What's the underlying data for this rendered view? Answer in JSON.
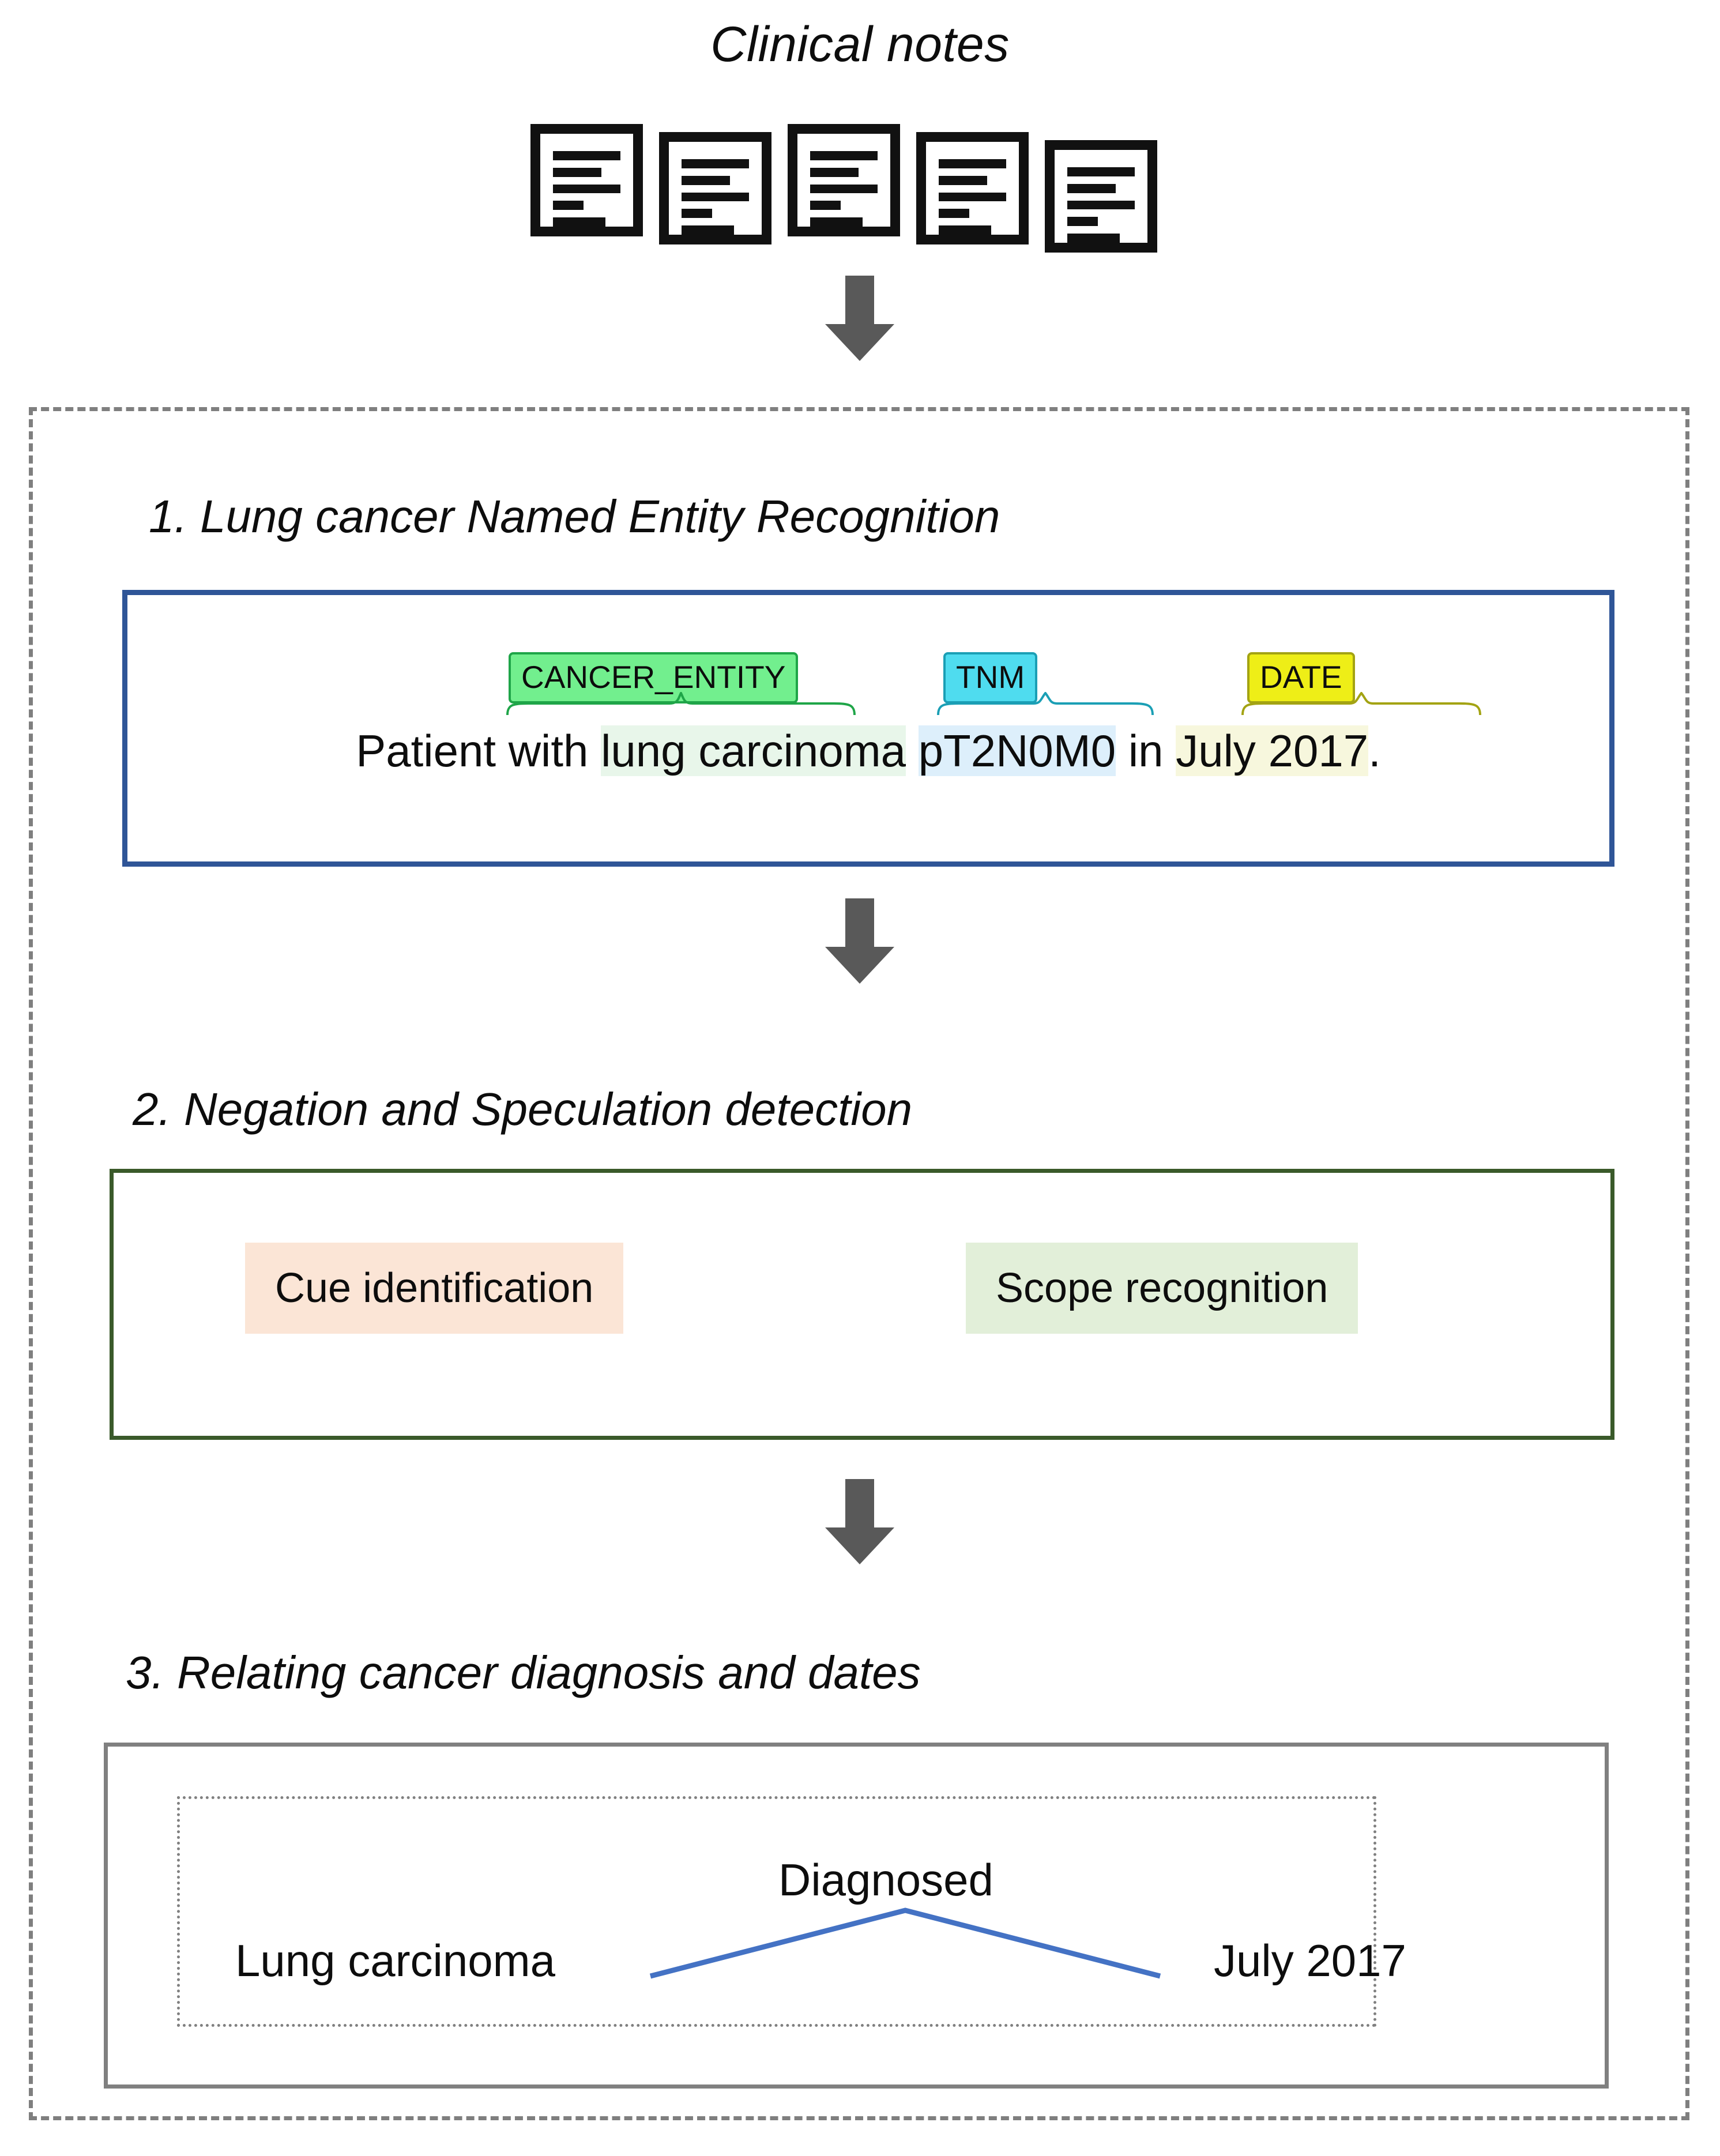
{
  "title": "Clinical notes",
  "input": {
    "icon_name": "document-icon",
    "document_count": 5,
    "line_widths": [
      "w1",
      "w2",
      "w3",
      "w4",
      "w5"
    ]
  },
  "arrows": {
    "top": "down-arrow",
    "step1_to_step2": "down-arrow",
    "step2_to_step3": "down-arrow"
  },
  "steps": [
    {
      "number": "1",
      "heading": "1. Lung cancer Named Entity Recognition",
      "box_color": "#2f5597"
    },
    {
      "number": "2",
      "heading": "2. Negation and Speculation detection",
      "box_color": "#3a5a2a"
    },
    {
      "number": "3",
      "heading": "3. Relating cancer diagnosis and dates",
      "box_color": "#808080"
    }
  ],
  "ner": {
    "tags": [
      {
        "label": "CANCER_ENTITY",
        "fill": "#72ef8e",
        "border": "#1fa548"
      },
      {
        "label": "TNM",
        "fill": "#4fdcef",
        "border": "#1b9fb5"
      },
      {
        "label": "DATE",
        "fill": "#eeee17",
        "border": "#a3a313"
      }
    ],
    "sentence": {
      "prefix": "Patient with ",
      "cancer_entity": "lung carcinoma",
      "space1": " ",
      "tnm": "pT2N0M0",
      "middle": " in ",
      "date": "July 2017",
      "suffix": "."
    }
  },
  "negation": {
    "cue": {
      "label": "Cue identification",
      "fill": "#fbe5d6"
    },
    "scope": {
      "label": "Scope recognition",
      "fill": "#e2efd9"
    }
  },
  "relation": {
    "left": "Lung carcinoma",
    "predicate": "Diagnosed",
    "right": "July 2017",
    "line_color": "#4472c4"
  }
}
